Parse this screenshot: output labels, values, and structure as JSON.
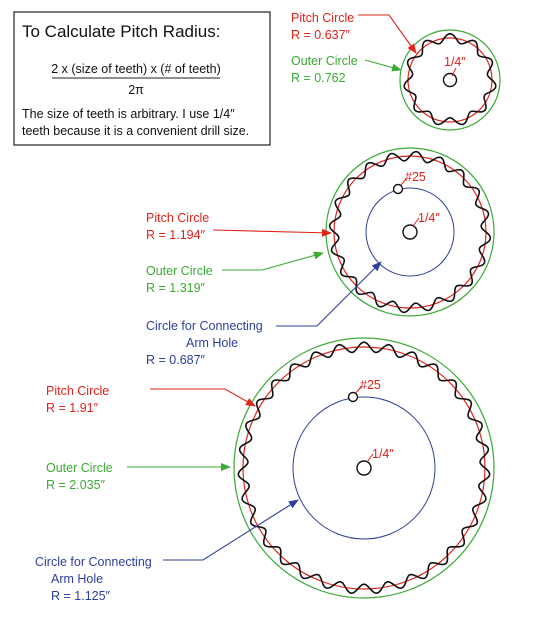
{
  "formula_box": {
    "title": "To Calculate Pitch Radius:",
    "numerator": "2 x (size of teeth) x (# of teeth)",
    "denominator": "2π",
    "note_line1": "The size of teeth is arbitrary. I use 1/4″",
    "note_line2": "teeth because it is a convenient drill size."
  },
  "colors": {
    "pitch": "#e2231a",
    "outer": "#3aaa35",
    "arm": "#2e3f9e",
    "teeth": "#111111"
  },
  "gear_small": {
    "pitch_label": "Pitch Circle",
    "pitch_value": "R = 0.637″",
    "outer_label": "Outer Circle",
    "outer_value": "R = 0.762",
    "hole_label": "1/4″"
  },
  "gear_medium": {
    "pitch_label": "Pitch Circle",
    "pitch_value": "R = 1.194″",
    "outer_label": "Outer Circle",
    "outer_value": "R = 1.319″",
    "arm_label_line1": "Circle for Connecting",
    "arm_label_line2": "Arm Hole",
    "arm_value": "R = 0.687″",
    "hole_label": "1/4″",
    "arm_hole_label": "#25"
  },
  "gear_large": {
    "pitch_label": "Pitch Circle",
    "pitch_value": "R = 1.91″",
    "outer_label": "Outer Circle",
    "outer_value": "R = 2.035″",
    "arm_label_line1": "Circle for Connecting",
    "arm_label_line2": "Arm Hole",
    "arm_value": "R = 1.125″",
    "hole_label": "1/4″",
    "arm_hole_label": "#25"
  }
}
